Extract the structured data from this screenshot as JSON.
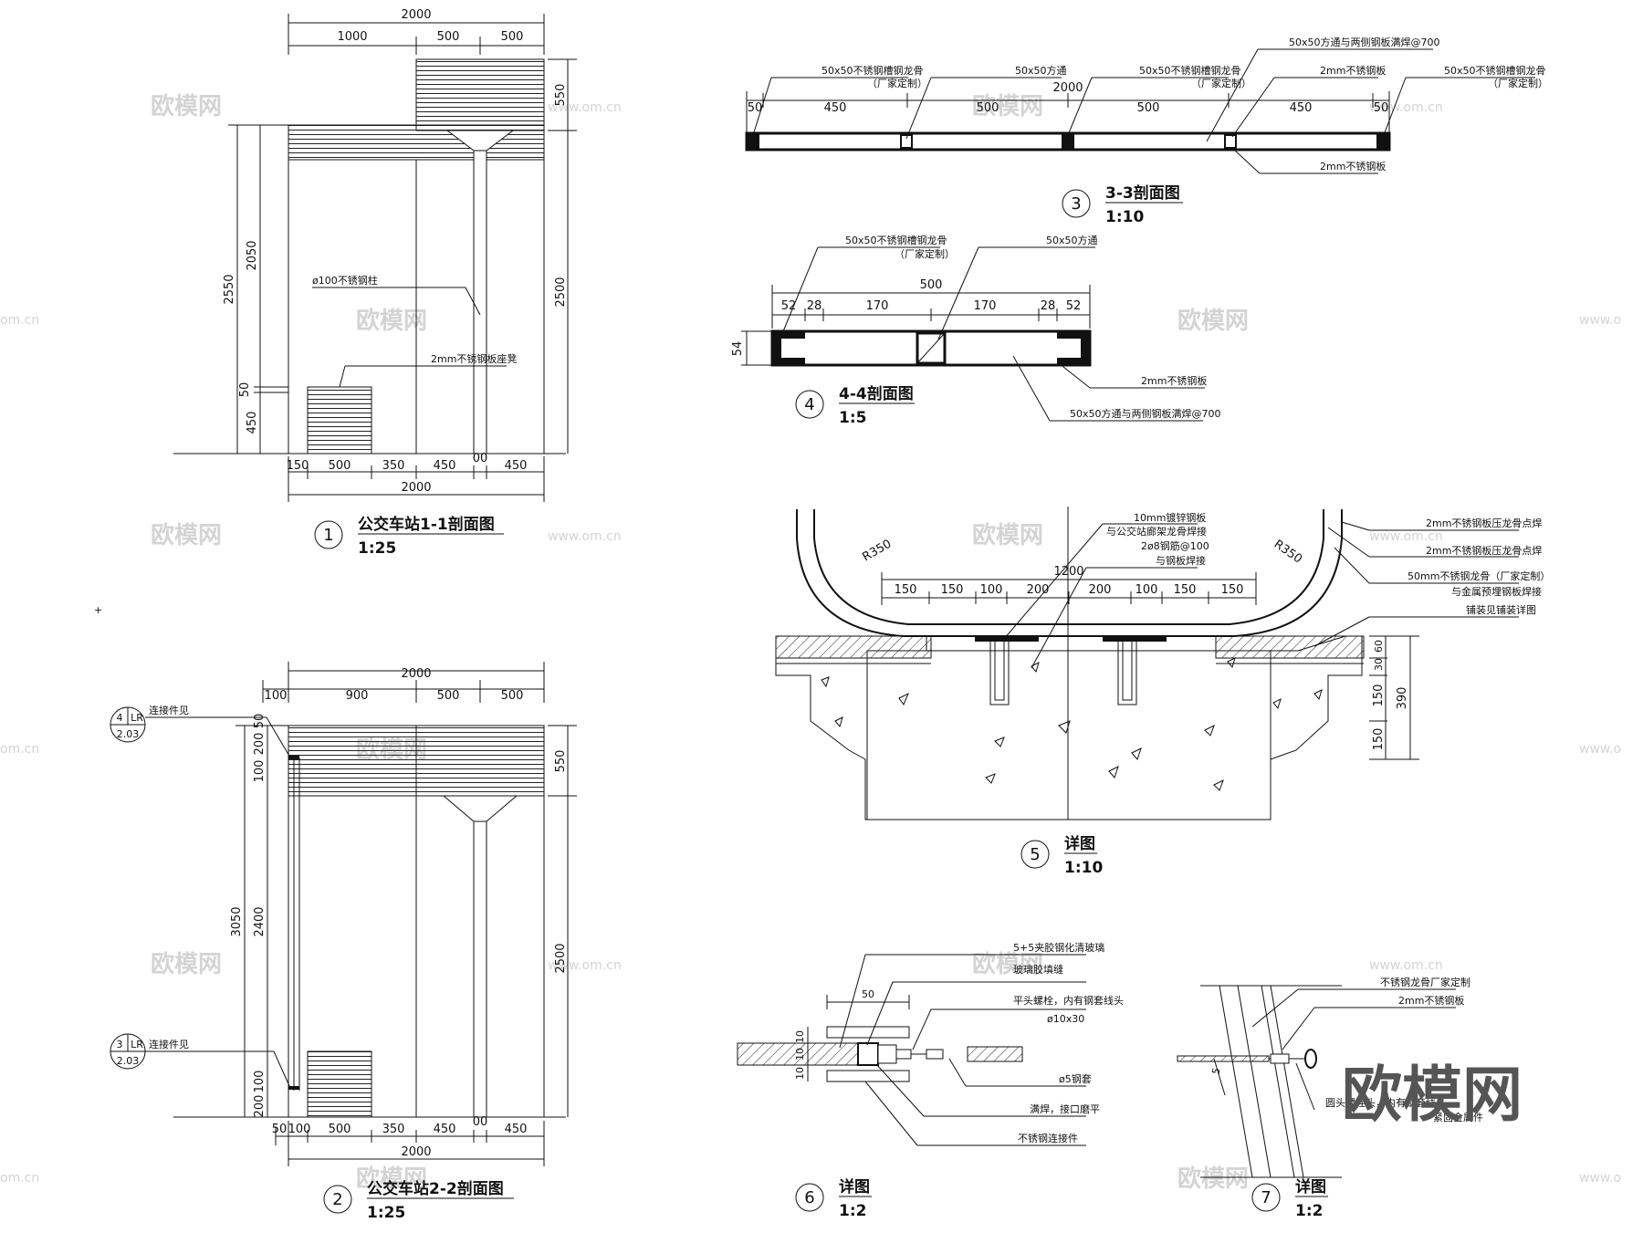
{
  "watermark": {
    "brand_cn": "欧模网",
    "brand_small": "欧模网",
    "url": "www.om.cn",
    "url_left": "om.cn",
    "url_right": "www.o"
  },
  "view1": {
    "number": "1",
    "title": "公交车站1-1剖面图",
    "scale": "1:25",
    "dims_top": {
      "total": "2000",
      "a": "1000",
      "b": "500",
      "c": "500"
    },
    "dims_bottom": {
      "total": "2000",
      "a": "150",
      "b": "500",
      "c": "350",
      "d": "450",
      "e": "00",
      "f": "450"
    },
    "dims_left": {
      "total": "2550",
      "h1": "2050",
      "h2": "50",
      "h3": "450"
    },
    "dims_right": {
      "top": "550",
      "main": "2500"
    },
    "labels": {
      "column": "ø100不锈钢柱",
      "seat": "2mm不锈钢板座凳"
    }
  },
  "view2": {
    "number": "2",
    "title": "公交车站2-2剖面图",
    "scale": "1:25",
    "dims_top": {
      "total": "2000",
      "a": "100",
      "b": "900",
      "c": "500",
      "d": "500"
    },
    "dims_bottom": {
      "total": "2000",
      "a": "50",
      "b": "100",
      "c": "500",
      "d": "350",
      "e": "450",
      "f": "00",
      "g": "450"
    },
    "dims_left": {
      "total": "3050",
      "h1": "2400",
      "a": "50",
      "b": "200",
      "c": "100",
      "d": "100",
      "e": "200"
    },
    "dims_right": {
      "top": "550",
      "main": "2500"
    },
    "callout_a": {
      "num": "4",
      "code": "LR",
      "sheet": "2.03",
      "text": "连接件见"
    },
    "callout_b": {
      "num": "3",
      "code": "LR",
      "sheet": "2.03",
      "text": "连接件见"
    }
  },
  "view3": {
    "number": "3",
    "title": "3-3剖面图",
    "scale": "1:10",
    "dims": {
      "total": "2000",
      "a": "50",
      "b": "450",
      "c": "500",
      "d": "500",
      "e": "450",
      "f": "50"
    },
    "labels": {
      "l1": "50x50不锈钢槽钢龙骨",
      "l1b": "（厂家定制）",
      "l2": "50x50方通",
      "l3": "50x50不锈钢槽钢龙骨",
      "l3b": "（厂家定制）",
      "l4": "50x50方通与两侧钢板满焊@700",
      "l5": "2mm不锈钢板",
      "l6": "50x50不锈钢槽钢龙骨",
      "l6b": "（厂家定制）",
      "l7": "2mm不锈钢板"
    }
  },
  "view4": {
    "number": "4",
    "title": "4-4剖面图",
    "scale": "1:5",
    "dims": {
      "total": "500",
      "a": "52",
      "b": "28",
      "c": "170",
      "d": "170",
      "e": "28",
      "f": "52",
      "h": "54"
    },
    "labels": {
      "l1": "50x50不锈钢槽钢龙骨",
      "l1b": "（厂家定制）",
      "l2": "50x50方通",
      "l3": "2mm不锈钢板",
      "l4": "50x50方通与两侧钢板满焊@700"
    }
  },
  "view5": {
    "number": "5",
    "title": "详图",
    "scale": "1:10",
    "radius_left": "R350",
    "radius_right": "R350",
    "dims": {
      "total": "1200",
      "a": "150",
      "b": "150",
      "c": "100",
      "d": "200",
      "e": "200",
      "f": "100",
      "g": "150",
      "h": "150"
    },
    "dims_right": {
      "a": "30",
      "b": "60",
      "c": "150",
      "d": "150",
      "total": "390"
    },
    "labels": {
      "l1": "10mm镀锌钢板",
      "l2": "与公交站廊架龙骨焊接",
      "l3": "2ø8钢筋@100",
      "l4": "与钢板焊接",
      "r1": "2mm不锈钢板压龙骨点焊",
      "r2": "2mm不锈钢板压龙骨点焊",
      "r3": "50mm不锈钢龙骨（厂家定制）",
      "r4": "与金属预埋钢板焊接",
      "r5": "铺装见铺装详图"
    }
  },
  "view6": {
    "number": "6",
    "title": "详图",
    "scale": "1:2",
    "dims": {
      "a": "50",
      "b": "10",
      "c": "10",
      "d": "10"
    },
    "labels": {
      "l1": "5+5夹胶钢化清玻璃",
      "l2": "玻璃胶填缝",
      "l3": "平头螺栓，内有钢套线头",
      "l4": "ø10x30",
      "l5": "ø5钢套",
      "l6": "满焊，接口磨平",
      "l7": "不锈钢连接件"
    }
  },
  "view7": {
    "number": "7",
    "title": "详图",
    "scale": "1:2",
    "dims": {
      "a": "5"
    },
    "labels": {
      "l1": "不锈钢龙骨厂家定制",
      "l2": "2mm不锈钢板",
      "l3": "圆头螺栓头，内有钢套线头",
      "l4": "紧固金属件"
    }
  }
}
